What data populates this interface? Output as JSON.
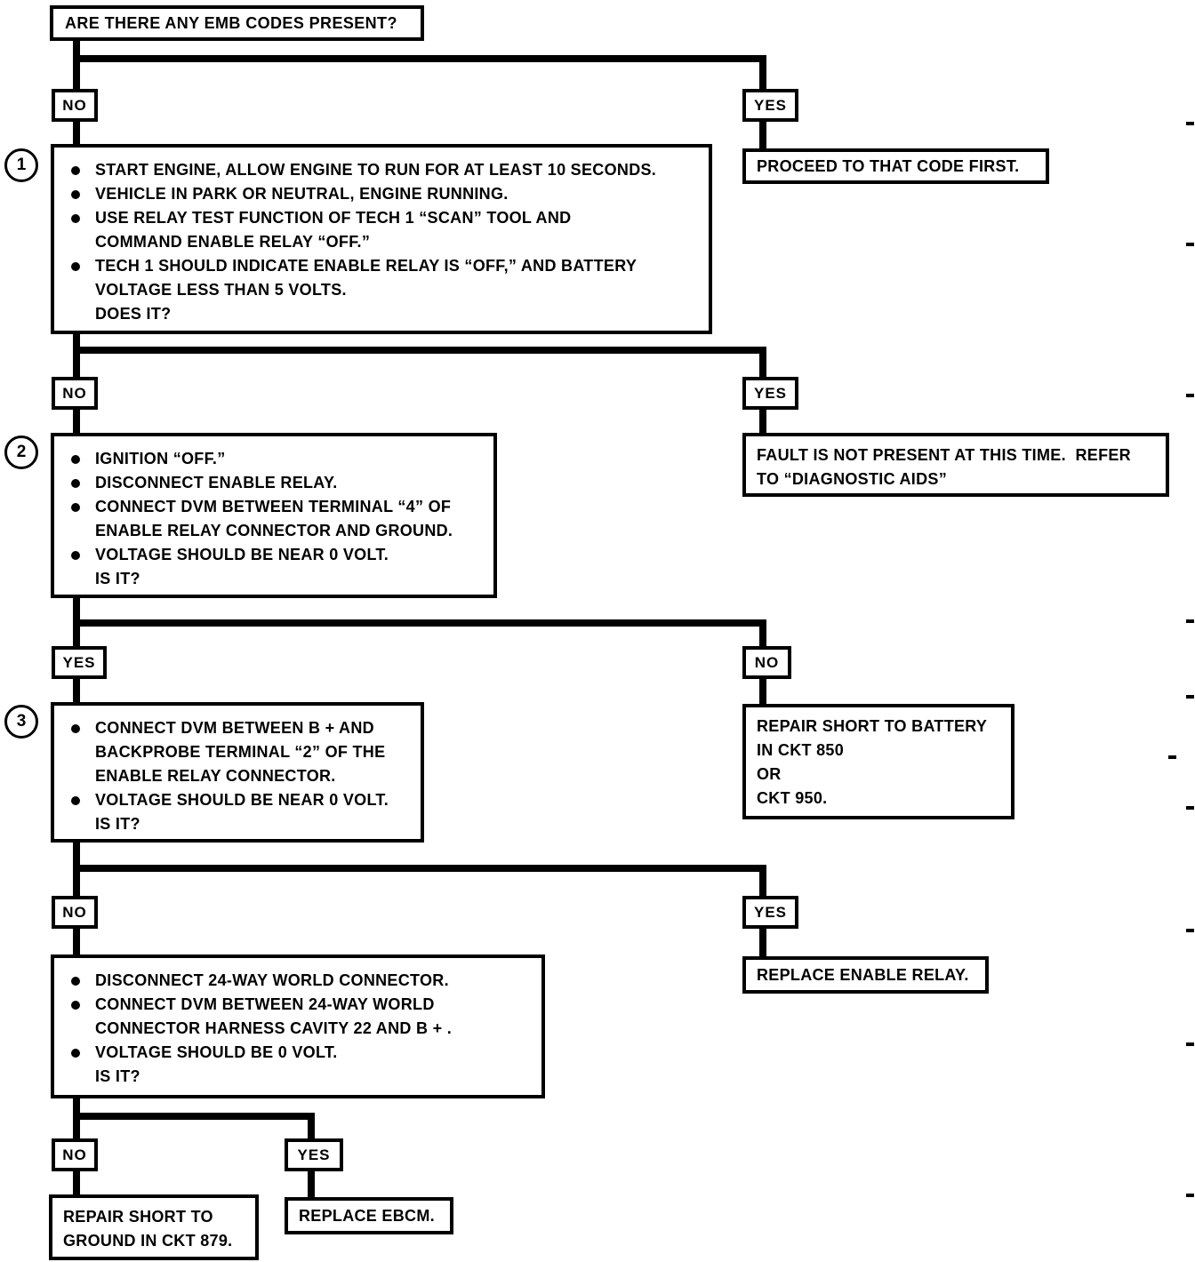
{
  "ink_color": "#000000",
  "paper_color": "#ffffff",
  "title": "ARE THERE ANY EMB CODES PRESENT?",
  "steps": [
    {
      "number": "1",
      "left_branch": "NO",
      "right_branch": "YES",
      "box_lines": [
        "START ENGINE, ALLOW ENGINE TO RUN FOR AT LEAST 10 SECONDS.",
        "VEHICLE IN PARK OR NEUTRAL, ENGINE RUNNING.",
        "USE RELAY TEST FUNCTION OF TECH 1 “SCAN” TOOL AND",
        "COMMAND ENABLE RELAY “OFF.”",
        "TECH 1 SHOULD INDICATE ENABLE RELAY IS “OFF,” AND BATTERY",
        "VOLTAGE LESS THAN 5 VOLTS.",
        "DOES IT?"
      ],
      "right_outcome_lines": [
        "PROCEED TO THAT CODE FIRST."
      ]
    },
    {
      "number": "2",
      "left_branch": "NO",
      "right_branch": "YES",
      "box_lines": [
        "IGNITION “OFF.”",
        "DISCONNECT ENABLE RELAY.",
        "CONNECT DVM BETWEEN TERMINAL “4” OF",
        "ENABLE RELAY CONNECTOR AND GROUND.",
        "VOLTAGE SHOULD BE NEAR 0 VOLT.",
        "IS IT?"
      ],
      "right_outcome_lines": [
        "FAULT IS NOT PRESENT AT THIS TIME.  REFER",
        "TO “DIAGNOSTIC AIDS”"
      ]
    },
    {
      "number": "3",
      "left_branch": "YES",
      "right_branch": "NO",
      "box_lines": [
        "CONNECT DVM BETWEEN B + AND",
        "BACKPROBE TERMINAL “2” OF THE",
        "ENABLE RELAY CONNECTOR.",
        "VOLTAGE SHOULD BE NEAR 0 VOLT.",
        "IS IT?"
      ],
      "right_outcome_lines": [
        "REPAIR SHORT TO BATTERY",
        "IN CKT 850",
        "OR",
        "CKT 950."
      ]
    },
    {
      "number": "",
      "left_branch": "NO",
      "right_branch": "YES",
      "box_lines": [
        "DISCONNECT 24-WAY WORLD CONNECTOR.",
        "CONNECT DVM BETWEEN 24-WAY WORLD",
        "CONNECTOR HARNESS CAVITY 22 AND B + .",
        "VOLTAGE SHOULD BE 0 VOLT.",
        "IS IT?"
      ],
      "right_outcome_lines": [
        "REPLACE ENABLE RELAY."
      ]
    }
  ],
  "final": {
    "left_branch": "NO",
    "right_branch": "YES",
    "left_outcome_lines": [
      "REPAIR SHORT TO",
      "GROUND IN CKT 879."
    ],
    "right_outcome_lines": [
      "REPLACE EBCM."
    ]
  }
}
